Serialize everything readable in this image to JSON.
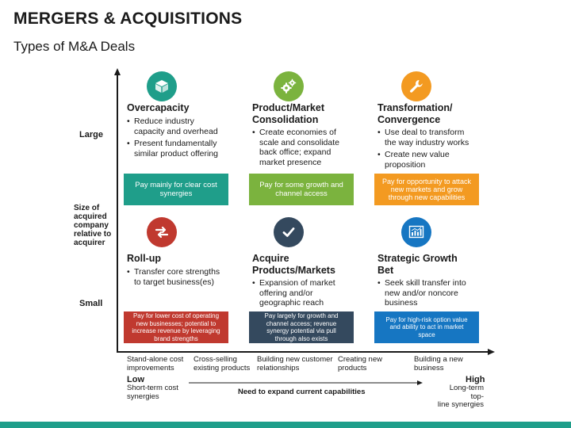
{
  "header": {
    "title": "MERGERS & ACQUISITIONS",
    "subtitle": "Types of M&A Deals"
  },
  "y_axis": {
    "high": "Large",
    "low": "Small",
    "label_lines": [
      "Size of",
      "acquired",
      "company",
      "relative to",
      "acquirer"
    ]
  },
  "cells": [
    {
      "title_lines": [
        "Overcapacity"
      ],
      "icon": "box-icon",
      "color": "#1f9e8a",
      "bullets": [
        [
          "Reduce industry",
          "capacity and overhead"
        ],
        [
          "Present fundamentally",
          "similar product offering"
        ]
      ],
      "box_lines": [
        "Pay mainly for clear cost",
        "synergies"
      ]
    },
    {
      "title_lines": [
        "Product/Market",
        "Consolidation"
      ],
      "icon": "gears-icon",
      "color": "#7bb33e",
      "bullets": [
        [
          "Create economies of",
          "scale and consolidate",
          "back office; expand",
          "market presence"
        ]
      ],
      "box_lines": [
        "Pay for some growth and",
        "channel access"
      ]
    },
    {
      "title_lines": [
        "Transformation/",
        "Convergence"
      ],
      "icon": "wrench-icon",
      "color": "#f39a21",
      "bullets": [
        [
          "Use deal to transform",
          "the way industry works"
        ],
        [
          "Create new value",
          "proposition"
        ]
      ],
      "box_lines": [
        "Pay for opportunity to attack",
        "new markets and grow",
        "through new capabilities"
      ]
    },
    {
      "title_lines": [
        "Roll-up"
      ],
      "icon": "swap-arrows-icon",
      "color": "#c0392f",
      "bullets": [
        [
          "Transfer core strengths",
          "to target business(es)"
        ]
      ],
      "box_lines": [
        "Pay for lower cost of operating",
        "new businesses; potential to",
        "increase revenue by leveraging",
        "brand strengths"
      ]
    },
    {
      "title_lines": [
        "Acquire",
        "Products/Markets"
      ],
      "icon": "checkmark-icon",
      "color": "#34495e",
      "bullets": [
        [
          "Expansion of market",
          "offering and/or",
          "geographic reach"
        ]
      ],
      "box_lines": [
        "Pay largely for growth and",
        "channel access; revenue",
        "synergy potential via pull",
        "through also exists"
      ]
    },
    {
      "title_lines": [
        "Strategic Growth",
        "Bet"
      ],
      "icon": "bar-chart-icon",
      "color": "#1676c2",
      "bullets": [
        [
          "Seek skill transfer into",
          "new and/or noncore",
          "business"
        ]
      ],
      "box_lines": [
        "Pay for high-risk option value",
        "and ability to act in market",
        "space"
      ]
    }
  ],
  "x_ticks": [
    [
      "Stand-alone cost",
      "improvements"
    ],
    [
      "Cross-selling",
      "existing products"
    ],
    [
      "Building new customer",
      "relationships"
    ],
    [
      "Creating new",
      "products"
    ],
    [
      "Building a new",
      "business"
    ]
  ],
  "x_axis": {
    "low": "Low",
    "low_desc": [
      "Short-term cost",
      "synergies"
    ],
    "high": "High",
    "high_desc": [
      "Long-term top-",
      "line synergies"
    ],
    "label": "Need to expand current capabilities"
  },
  "colors": {
    "axis": "#1a1a1a",
    "band": "#1f9e8a"
  }
}
